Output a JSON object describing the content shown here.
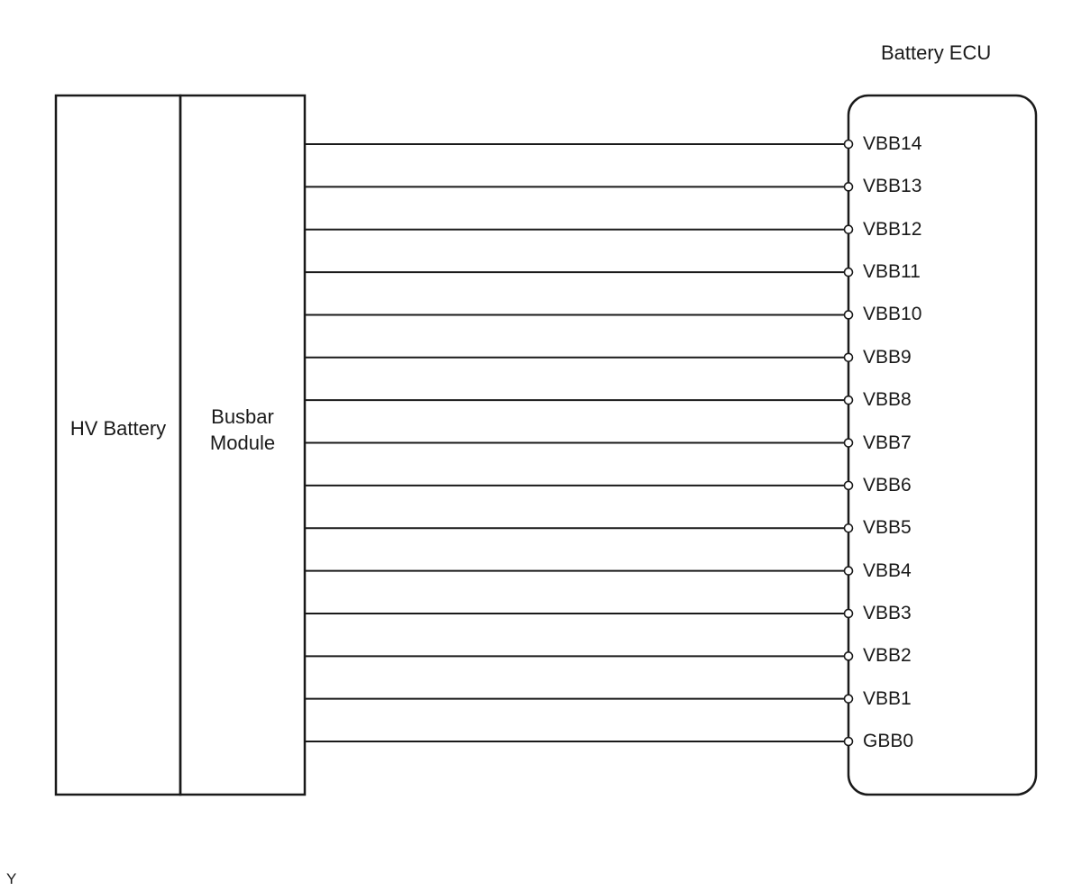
{
  "ecu_title": "Battery ECU",
  "hv_battery_label": "HV Battery",
  "busbar_label_line1": "Busbar",
  "busbar_label_line2": "Module",
  "figure_code": "Y",
  "pins": [
    "VBB14",
    "VBB13",
    "VBB12",
    "VBB11",
    "VBB10",
    "VBB9",
    "VBB8",
    "VBB7",
    "VBB6",
    "VBB5",
    "VBB4",
    "VBB3",
    "VBB2",
    "VBB1",
    "GBB0"
  ]
}
